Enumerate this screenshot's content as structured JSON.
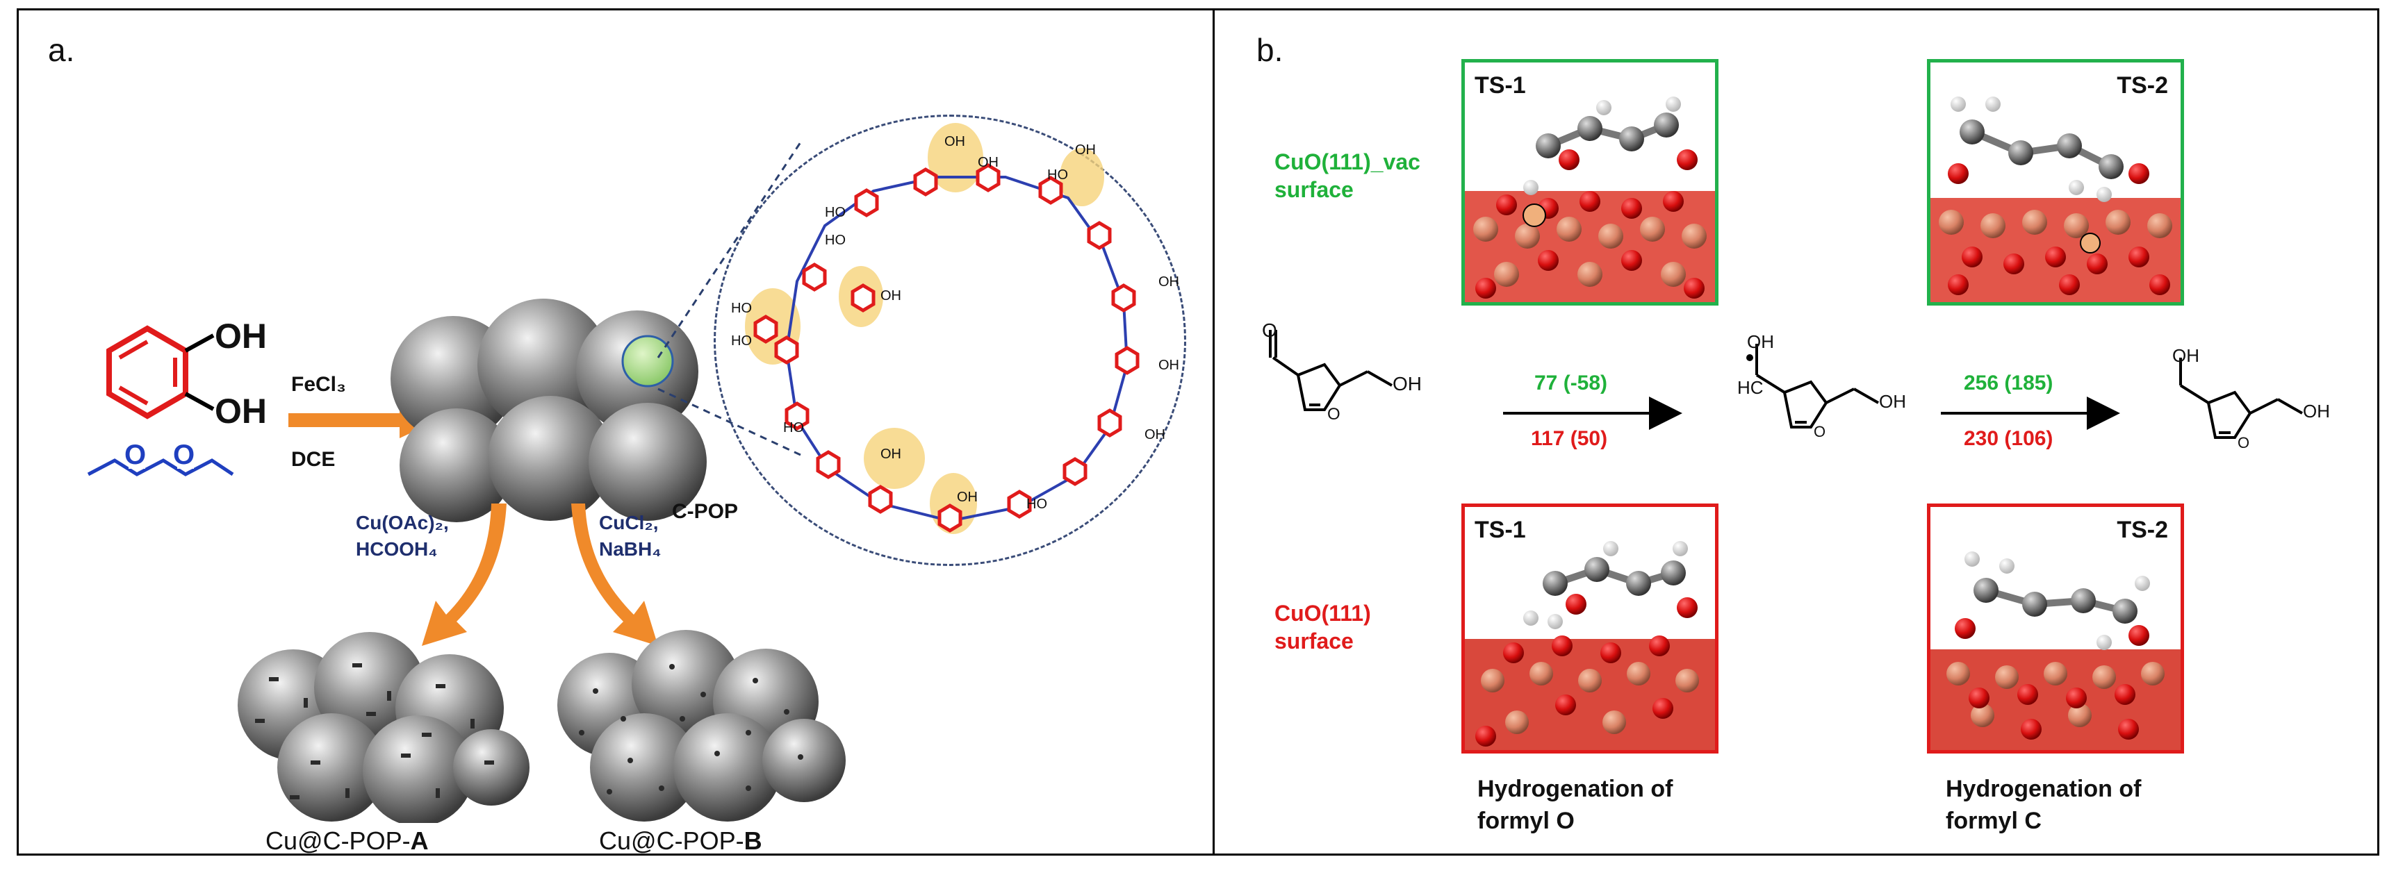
{
  "panel_a": {
    "label": "a.",
    "reactant_groups": [
      "OH",
      "OH"
    ],
    "reagent_top": "FeCl₃",
    "reagent_bottom": "DCE",
    "cpop_label": "C-POP",
    "route_a_reagent_1": "Cu(OAc)₂,",
    "route_a_reagent_2": "HCOOH₄",
    "route_b_reagent_1": "CuCl₂,",
    "route_b_reagent_2": "NaBH₄",
    "product_a_prefix": "Cu@C-POP-",
    "product_a_suffix": "A",
    "product_b_prefix": "Cu@C-POP-",
    "product_b_suffix": "B",
    "oh_label": "OH",
    "ho_label": "HO"
  },
  "panel_b": {
    "label": "b.",
    "surface_vac_line1": "CuO(111)_vac",
    "surface_vac_line2": "surface",
    "surface_line1": "CuO(111)",
    "surface_line2": "surface",
    "ts1": "TS-1",
    "ts2": "TS-2",
    "step1_green": "77 (-58)",
    "step1_red": "117 (50)",
    "step2_green": "256 (185)",
    "step2_red": "230 (106)",
    "mol_o": "O",
    "mol_oh": "OH",
    "mol_hc": "HC",
    "caption_1_line1": "Hydrogenation of",
    "caption_1_line2": "formyl O",
    "caption_2_line1": "Hydrogenation of",
    "caption_2_line2": "formyl C",
    "colors": {
      "green": "#1fb13a",
      "red": "#e01b1b",
      "blue": "#1f2f6e",
      "arrow": "#f08a2a"
    }
  }
}
